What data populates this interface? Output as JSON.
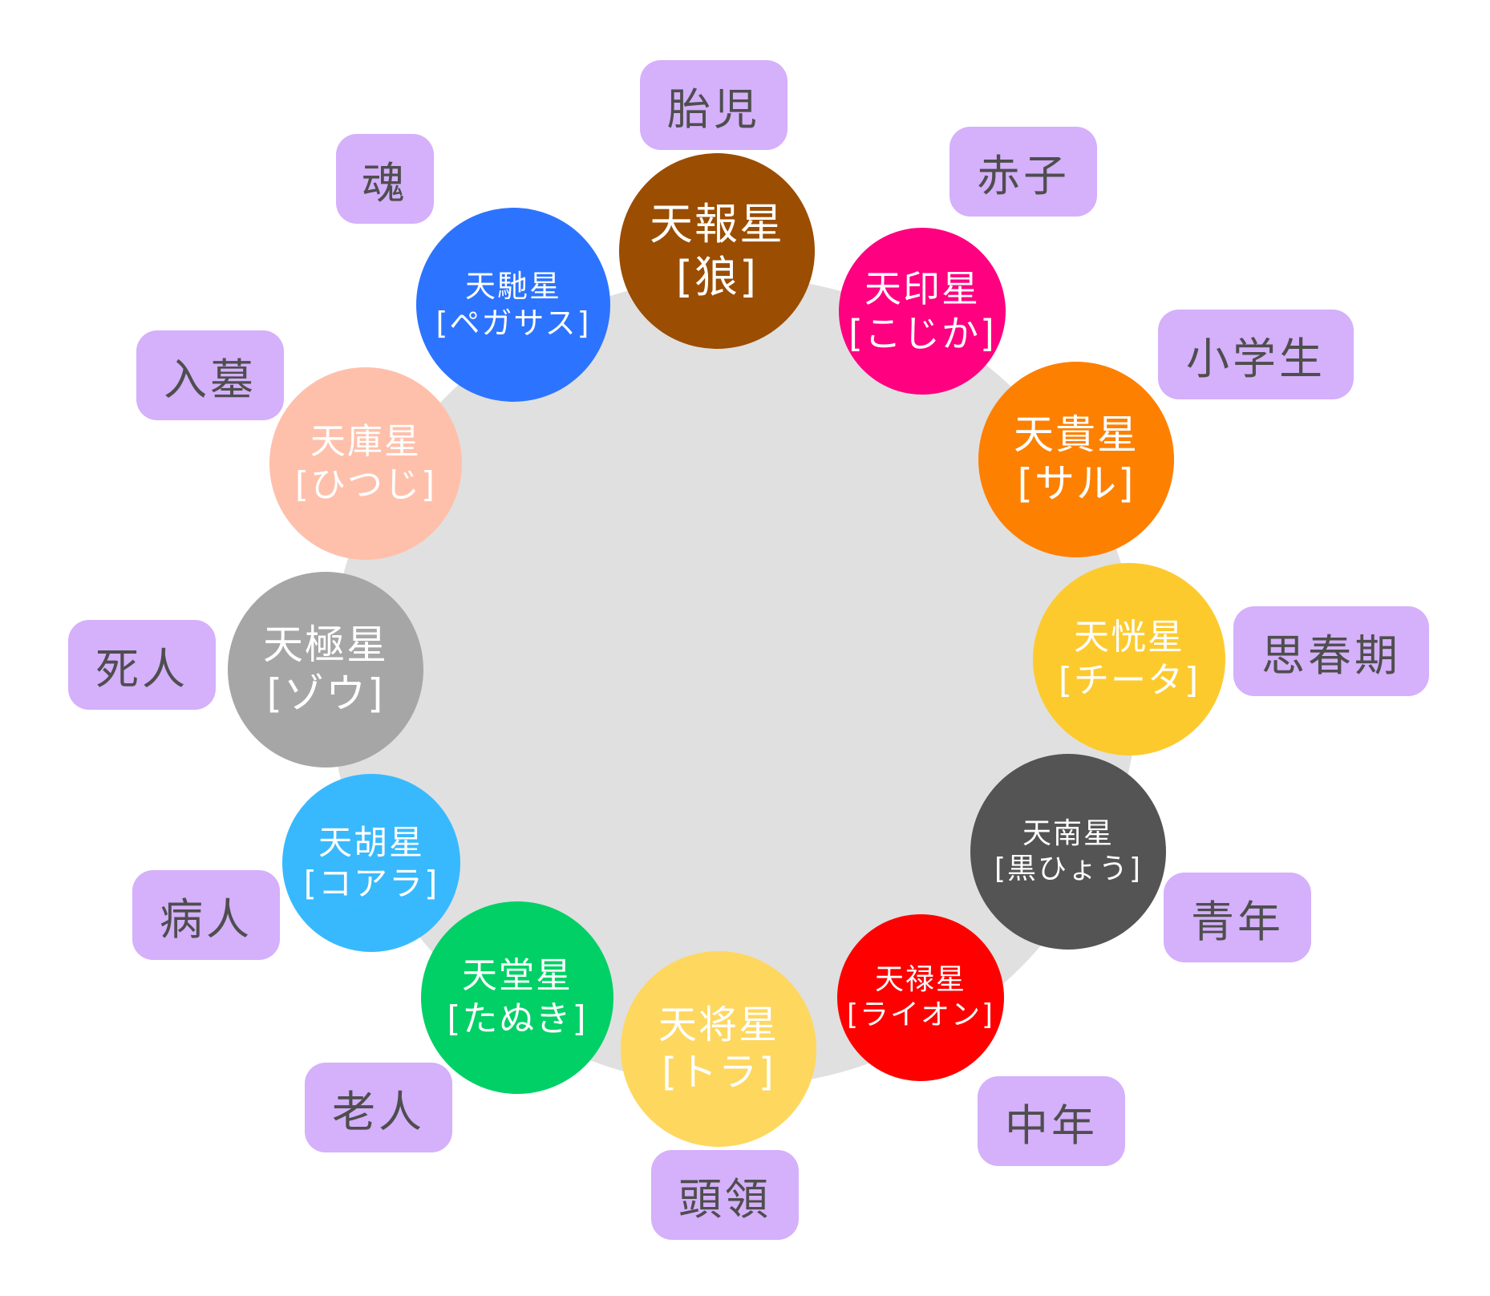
{
  "colors": {
    "background": "#ffffff",
    "center_disc": "#e0e0e0",
    "stage_label_fill": "#d5b0fb",
    "stage_label_text": "#4e4e4e"
  },
  "stars": [
    {
      "id": "tenpou",
      "name": "天報星",
      "animal": "[狼]",
      "fill": "#9b4d01",
      "text_color": "#ffffff",
      "stage": "胎児"
    },
    {
      "id": "tenin",
      "name": "天印星",
      "animal": "[こじか]",
      "fill": "#fe0080",
      "text_color": "#ffffff",
      "stage": "赤子"
    },
    {
      "id": "tenki",
      "name": "天貴星",
      "animal": "[サル]",
      "fill": "#fe8001",
      "text_color": "#ffffff",
      "stage": "小学生"
    },
    {
      "id": "tenkou",
      "name": "天恍星",
      "animal": "[チータ]",
      "fill": "#fdca2e",
      "text_color": "#ffffff",
      "stage": "思春期"
    },
    {
      "id": "tennan",
      "name": "天南星",
      "animal": "[黒ひょう]",
      "fill": "#545454",
      "text_color": "#ffffff",
      "stage": "青年"
    },
    {
      "id": "tenroku",
      "name": "天禄星",
      "animal": "[ライオン]",
      "fill": "#fe0000",
      "text_color": "#ffffff",
      "stage": "中年"
    },
    {
      "id": "tenshou",
      "name": "天将星",
      "animal": "[トラ]",
      "fill": "#fed75e",
      "text_color": "#ffffff",
      "stage": "頭領"
    },
    {
      "id": "tendou",
      "name": "天堂星",
      "animal": "[たぬき]",
      "fill": "#00d066",
      "text_color": "#ffffff",
      "stage": "老人"
    },
    {
      "id": "tenko_koala",
      "name": "天胡星",
      "animal": "[コアラ]",
      "fill": "#38b9fe",
      "text_color": "#ffffff",
      "stage": "病人"
    },
    {
      "id": "tenkyoku",
      "name": "天極星",
      "animal": "[ゾウ]",
      "fill": "#a6a6a6",
      "text_color": "#ffffff",
      "stage": "死人"
    },
    {
      "id": "tenko_hitsuji",
      "name": "天庫星",
      "animal": "[ひつじ]",
      "fill": "#fec0ab",
      "text_color": "#ffffff",
      "stage": "入墓"
    },
    {
      "id": "tenchi",
      "name": "天馳星",
      "animal": "[ペガサス]",
      "fill": "#2c74ff",
      "text_color": "#ffffff",
      "stage": "魂"
    }
  ]
}
